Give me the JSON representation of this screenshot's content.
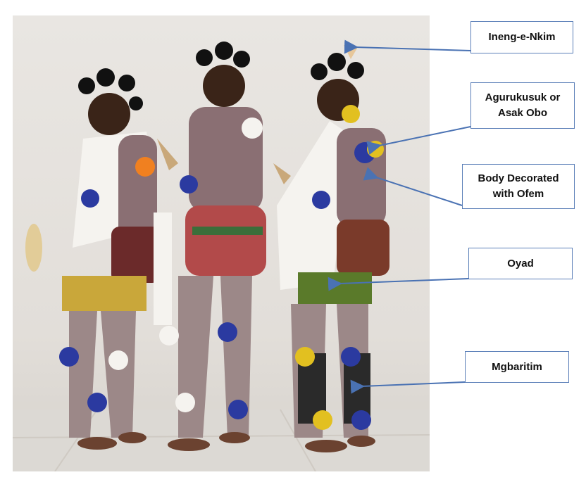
{
  "labels": [
    {
      "id": "ineng",
      "text": "Ineng-e-Nkim"
    },
    {
      "id": "agurukusuk",
      "text": "Agurukusuk or\nAsak Obo"
    },
    {
      "id": "body",
      "text": "Body Decorated\nwith Ofem"
    },
    {
      "id": "oyad",
      "text": "Oyad"
    },
    {
      "id": "mgbaritim",
      "text": "Mgbaritim"
    }
  ],
  "colors": {
    "arrow": "#4a72b3",
    "border": "#5b7fb8"
  }
}
